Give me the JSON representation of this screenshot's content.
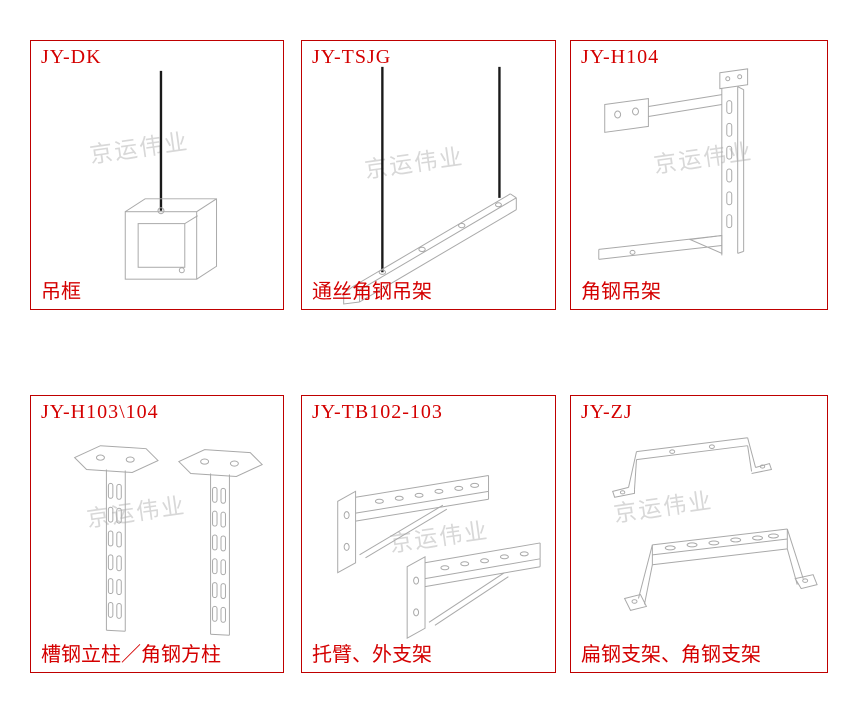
{
  "watermark": "京运伟业",
  "panels": [
    {
      "code": "JY-DK",
      "label": "吊框"
    },
    {
      "code": "JY-TSJG",
      "label": "通丝角钢吊架"
    },
    {
      "code": "JY-H104",
      "label": "角钢吊架"
    },
    {
      "code": "JY-H103\\104",
      "label": "槽钢立柱／角钢方柱"
    },
    {
      "code": "JY-TB102-103",
      "label": "托臂、外支架"
    },
    {
      "code": "JY-ZJ",
      "label": "扁钢支架、角钢支架"
    }
  ],
  "colors": {
    "border": "#bf0000",
    "text": "#d40000",
    "watermark": "#d8d8d8",
    "drawing": "#a9a9a9",
    "rod": "#1a1a1a"
  }
}
